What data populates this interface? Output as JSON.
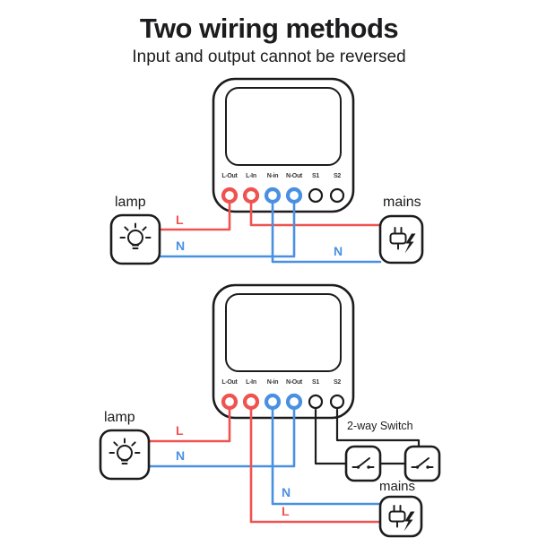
{
  "title": "Two wiring methods",
  "subtitle": "Input and output cannot be reversed",
  "colors": {
    "red": "#ef5350",
    "blue": "#4a90e2",
    "dark": "#1c1c1e"
  },
  "device": {
    "terminals": [
      "L-Out",
      "L-In",
      "N-in",
      "N-Out",
      "S1",
      "S2"
    ],
    "terminal_colors": [
      "red",
      "red",
      "blue",
      "blue",
      "plain",
      "plain"
    ]
  },
  "diagram1": {
    "lamp": "lamp",
    "mains": "mains",
    "lamp_live": "L",
    "lamp_neutral": "N",
    "mains_neutral": "N"
  },
  "diagram2": {
    "lamp": "lamp",
    "mains": "mains",
    "switch": "2-way Switch",
    "lamp_live": "L",
    "lamp_neutral": "N",
    "mains_neutral": "N",
    "mains_live": "L"
  }
}
